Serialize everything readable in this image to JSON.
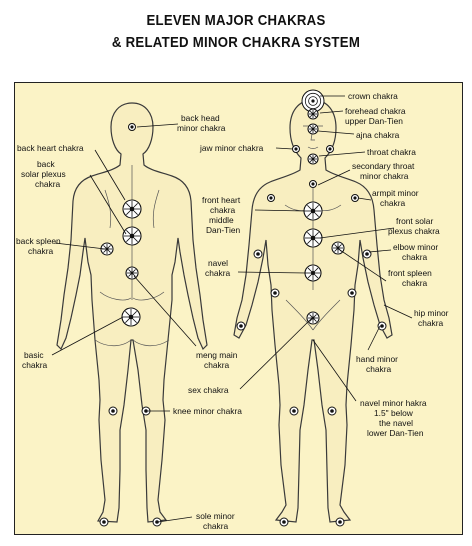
{
  "title_line1": "ELEVEN MAJOR CHAKRAS",
  "title_line2": "& RELATED MINOR CHAKRA SYSTEM",
  "labels": {
    "back_head": [
      "back head",
      "minor chakra"
    ],
    "back_heart": [
      "back heart chakra"
    ],
    "back_solar": [
      "back",
      "solar plexus",
      "chakra"
    ],
    "back_spleen": [
      "back spleen",
      "chakra"
    ],
    "basic": [
      "basic",
      "chakra"
    ],
    "meng_main": [
      "meng main",
      "chakra"
    ],
    "knee_minor": [
      "knee minor chakra"
    ],
    "sole_minor": [
      "sole minor",
      "chakra"
    ],
    "crown": [
      "crown chakra"
    ],
    "forehead": [
      "forehead chakra",
      "upper Dan-Tien"
    ],
    "ajna": [
      "ajna chakra"
    ],
    "jaw_minor": [
      "jaw minor chakra"
    ],
    "throat": [
      "throat chakra"
    ],
    "secondary_throat": [
      "secondary throat",
      "minor chakra"
    ],
    "armpit": [
      "armpit minor",
      "chakra"
    ],
    "front_heart": [
      "front heart",
      "chakra",
      "middle",
      "Dan-Tien"
    ],
    "front_solar": [
      "front solar",
      "plexus chakra"
    ],
    "elbow_minor": [
      "elbow minor",
      "chakra"
    ],
    "navel": [
      "navel",
      "chakra"
    ],
    "front_spleen": [
      "front spleen",
      "chakra"
    ],
    "hip_minor": [
      "hip minor",
      "chakra"
    ],
    "hand_minor": [
      "hand minor",
      "chakra"
    ],
    "sex": [
      "sex chakra"
    ],
    "navel_minor": [
      "navel minor hakra",
      "1.5\" below",
      "the navel",
      "lower Dan-Tien"
    ]
  }
}
